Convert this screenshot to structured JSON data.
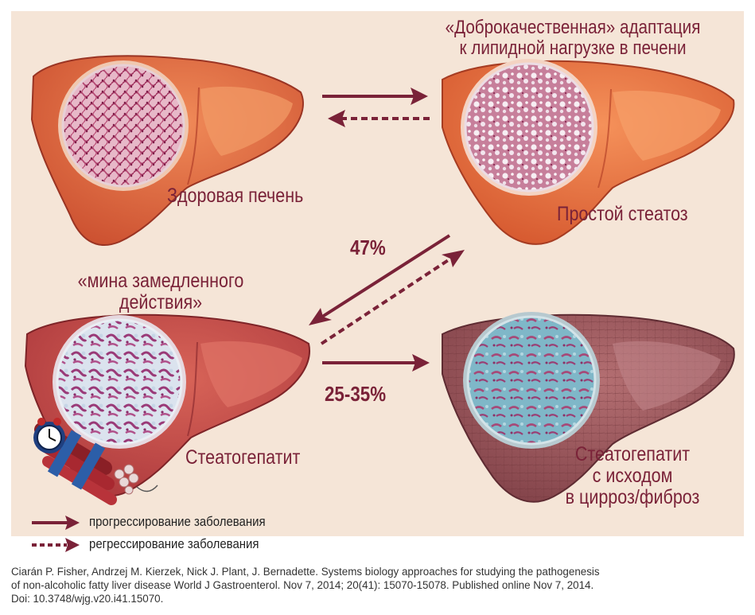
{
  "stages": {
    "healthy": {
      "label": "Здоровая печень"
    },
    "steatosis": {
      "title_line1": "«Доброкачественная» адаптация",
      "title_line2": "к липидной нагрузке в печени",
      "label": "Простой стеатоз"
    },
    "steatohepatitis": {
      "title_line1": "«мина замедленного",
      "title_line2": "действия»",
      "label": "Стеатогепатит"
    },
    "cirrhosis": {
      "label_line1": "Стеатогепатит",
      "label_line2": "с исходом",
      "label_line3": "в цирроз/фиброз"
    }
  },
  "transitions": {
    "to_steatohepatitis_percent": "47%",
    "to_cirrhosis_percent": "25-35%"
  },
  "legend": {
    "progression": "прогрессирование заболевания",
    "regression": "регрессирование заболевания"
  },
  "citation": {
    "line1": "Ciarán P. Fisher, Andrzej M. Kierzek, Nick J. Plant, J. Bernadette. Systems biology approaches for studying the pathogenesis",
    "line2": "of non-alcoholic fatty liver disease  World J Gastroenterol. Nov 7, 2014; 20(41): 15070-15078. Published online Nov 7, 2014.",
    "line3": "Doi: 10.3748/wjg.v20.i41.15070."
  },
  "colors": {
    "panel_background": "#f5e5d7",
    "arrow_color": "#7a2238",
    "label_color": "#7a2238",
    "healthy_liver": "#d9603a",
    "steatosis_liver": "#e0662f",
    "steatohepatitis_liver": "#b8403f",
    "cirrhosis_liver": "#8c4a4f"
  }
}
